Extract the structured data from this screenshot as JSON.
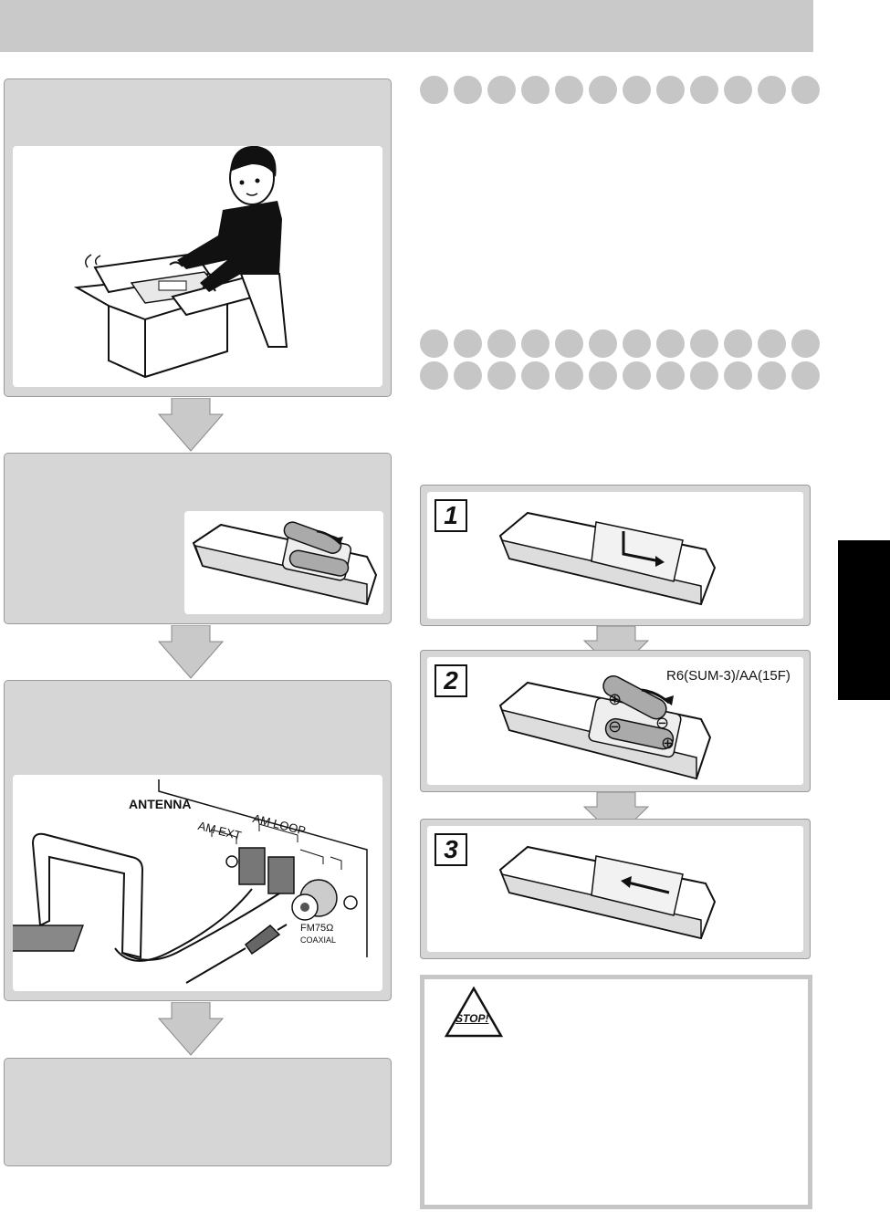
{
  "steps": {
    "one": "1",
    "two": "2",
    "three": "3"
  },
  "battery_label": "R6(SUM-3)/AA(15F)",
  "antenna_panel": {
    "antenna": "ANTENNA",
    "am_ext": "AM EXT",
    "am_loop": "AM LOOP",
    "fm": "FM75Ω",
    "coaxial": "COAXIAL"
  },
  "battery_polarity": {
    "plus": "⊕",
    "minus": "⊖"
  },
  "stop_icon_text": "STOP!",
  "colors": {
    "header_gray": "#c9c9c9",
    "panel_gray": "#d6d6d6",
    "dot_gray": "#c6c6c6",
    "tab_black": "#000000"
  }
}
